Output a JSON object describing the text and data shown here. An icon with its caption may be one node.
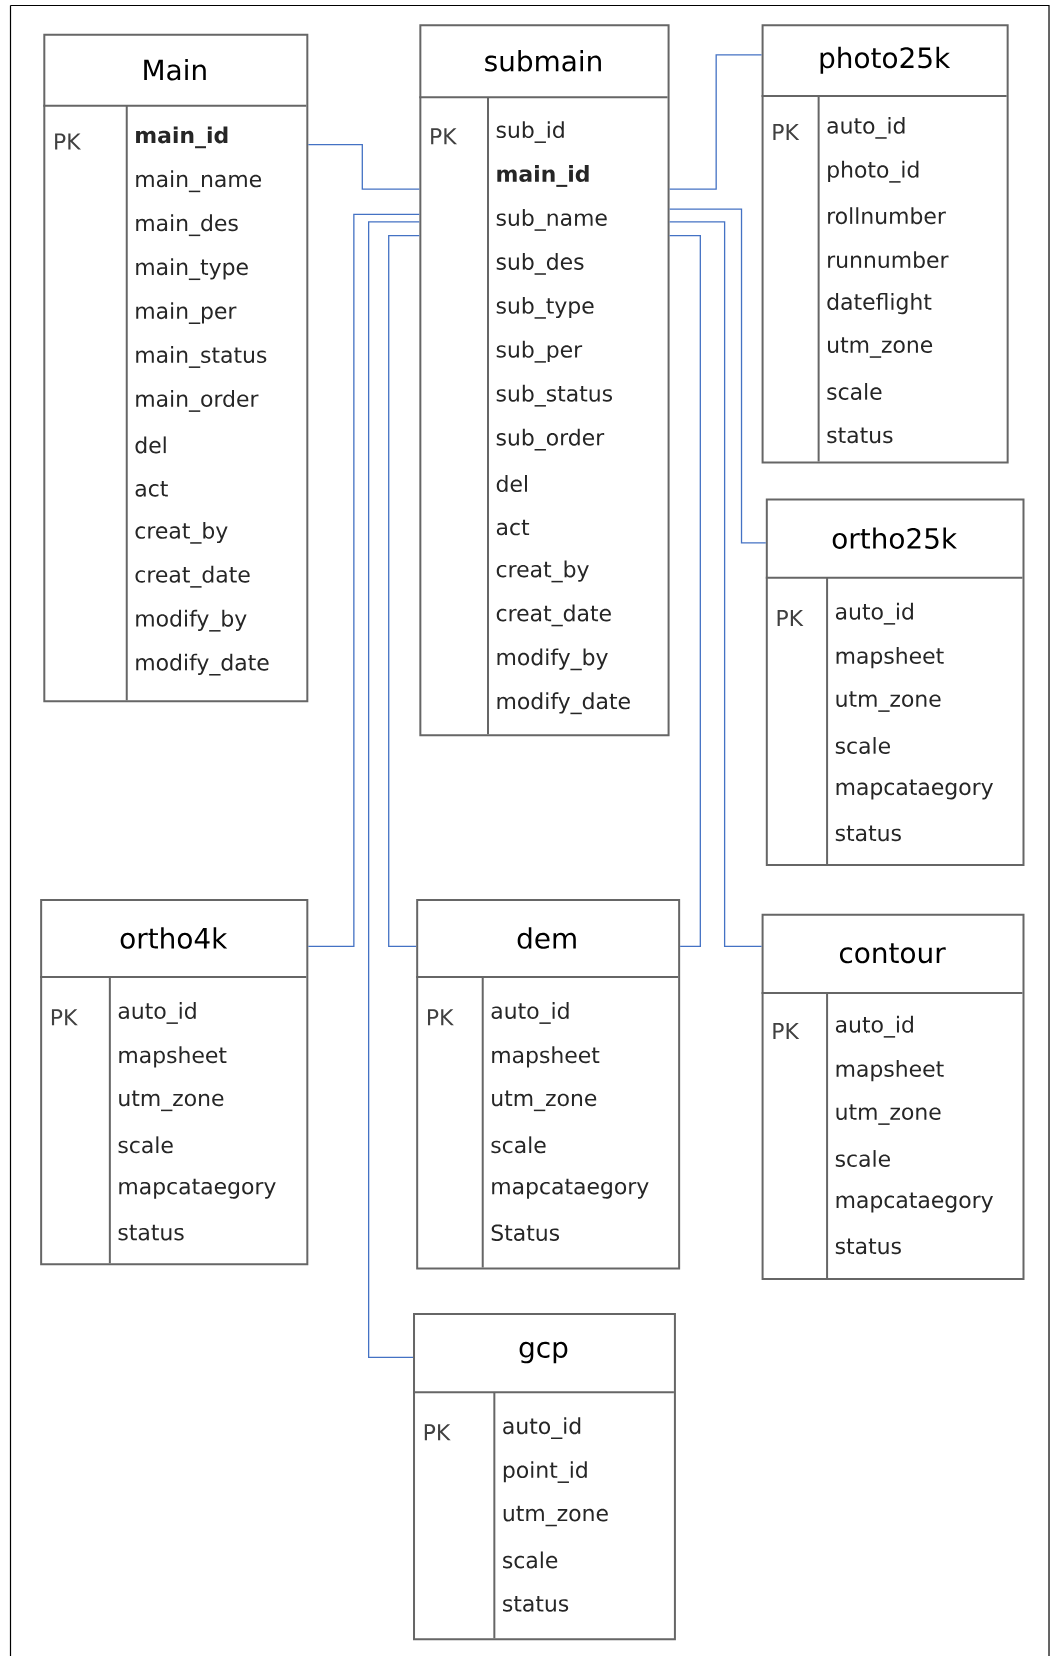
{
  "diagram": {
    "nodes": [
      {
        "text": [
          "Main",
          "PK",
          "**main_id**",
          "main_name",
          "main_des",
          "main_type",
          "main_per",
          "main_status",
          "main_order",
          "del",
          "act",
          "creat_by",
          "creat_date",
          "modify_by",
          "modify_date"
        ]
      },
      {
        "text": [
          "submain",
          "PK",
          "sub_id",
          "**main_id**",
          "sub_name",
          "sub_des",
          "sub_type",
          "sub_per",
          "sub_status",
          "sub_order",
          "del",
          "act",
          "creat_by",
          "creat_date",
          "modify_by",
          "modify_date"
        ]
      },
      {
        "text": [
          "photo25k",
          "PK",
          "auto_id",
          "photo_id",
          "rollnumber",
          "runnumber",
          "dateflight",
          "utm_zone",
          "scale",
          "status"
        ]
      },
      {
        "text": [
          "ortho25k",
          "PK",
          "auto_id",
          "mapsheet",
          "utm_zone",
          "scale",
          "mapcataegory",
          "status"
        ]
      },
      {
        "text": [
          "ortho4k",
          "PK",
          "auto_id",
          "mapsheet",
          "utm_zone",
          "scale",
          "mapcataegory",
          "status"
        ]
      },
      {
        "text": [
          "dem",
          "PK",
          "auto_id",
          "mapsheet",
          "utm_zone",
          "scale",
          "mapcataegory",
          "Status"
        ]
      },
      {
        "text": [
          "contour",
          "PK",
          "auto_id",
          "mapsheet",
          "utm_zone",
          "scale",
          "mapcataegory",
          "status"
        ]
      },
      {
        "text": [
          "gcp",
          "PK",
          "auto_id",
          "point_id",
          "utm_zone",
          "scale",
          "status"
        ]
      }
    ],
    "edges": [
      {
        "from": 0,
        "to": 1,
        "arrow": "none"
      },
      {
        "from": 1,
        "to": 2,
        "arrow": "none"
      },
      {
        "from": 1,
        "to": 3,
        "arrow": "none"
      },
      {
        "from": 1,
        "to": 6,
        "arrow": "none"
      },
      {
        "from": 1,
        "to": 5,
        "arrow": "none"
      },
      {
        "from": 1,
        "to": 4,
        "arrow": "none"
      },
      {
        "from": 1,
        "to": 5,
        "arrow": "none"
      },
      {
        "from": 1,
        "to": 7,
        "arrow": "none"
      }
    ]
  }
}
